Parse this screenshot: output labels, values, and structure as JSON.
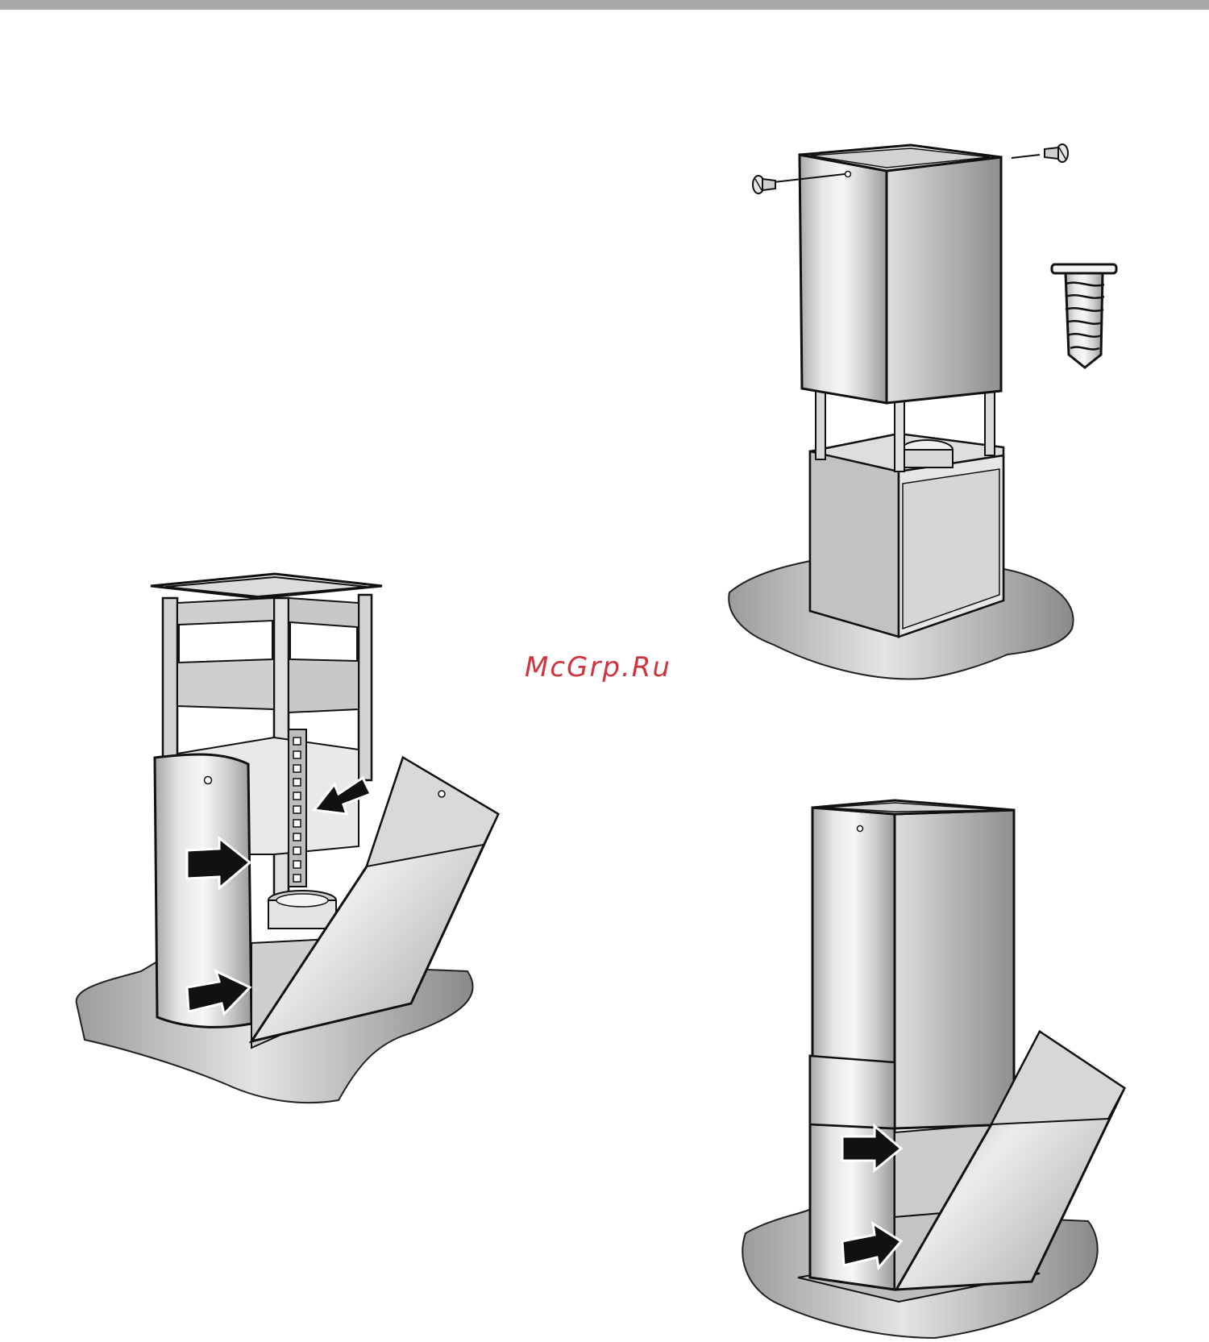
{
  "page": {
    "watermark_text": "McGrp.Ru",
    "watermark_color": "#d0353f",
    "top_bar_color": "#a9a9a9"
  },
  "figures": [
    {
      "id": "fig-chimney-cover-removed",
      "description_name": "chimney-frame-with-open-lower-cover"
    },
    {
      "id": "fig-chimney-screws",
      "description_name": "upper-chimney-with-screws"
    },
    {
      "id": "fig-screw-detail",
      "description_name": "screw-detail"
    },
    {
      "id": "fig-chimney-assembled",
      "description_name": "assembled-chimney-with-open-cover"
    }
  ]
}
